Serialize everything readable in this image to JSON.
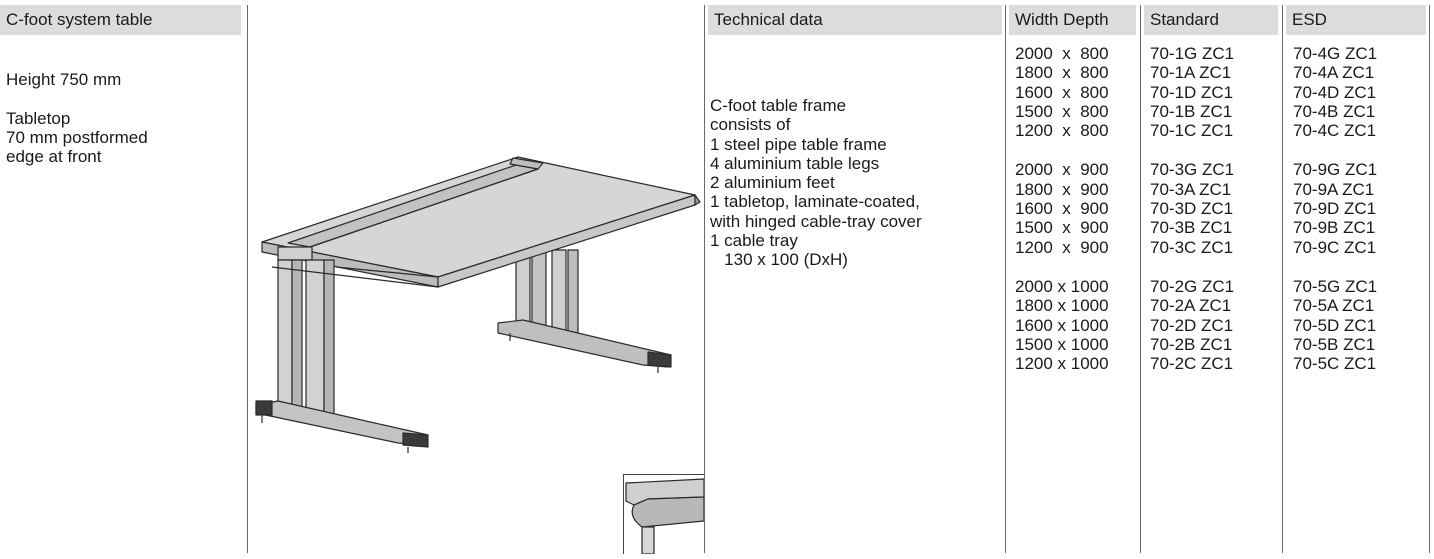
{
  "product": {
    "title": "C-foot system table",
    "notes": [
      "Height 750 mm",
      "",
      "Tabletop",
      "70 mm postformed",
      "edge at front"
    ]
  },
  "technical": {
    "header": "Technical data",
    "lines": [
      "C-foot table frame",
      "consists of",
      "1 steel pipe table frame",
      "4 aluminium table legs",
      "2 aluminium feet",
      "1 tabletop, laminate-coated,",
      "with hinged cable-tray cover",
      "1 cable tray",
      "   130 x 100 (DxH)"
    ]
  },
  "table": {
    "headers": [
      "Width Depth",
      "Standard",
      "ESD"
    ],
    "groups": [
      {
        "sizes": [
          "2000  x  800",
          "1800  x  800",
          "1600  x  800",
          "1500  x  800",
          "1200  x  800"
        ],
        "standard": [
          "70-1G ZC1",
          "70-1A ZC1",
          "70-1D ZC1",
          "70-1B ZC1",
          "70-1C ZC1"
        ],
        "esd": [
          "70-4G ZC1",
          "70-4A ZC1",
          "70-4D ZC1",
          "70-4B ZC1",
          "70-4C ZC1"
        ]
      },
      {
        "sizes": [
          "2000  x  900",
          "1800  x  900",
          "1600  x  900",
          "1500  x  900",
          "1200  x  900"
        ],
        "standard": [
          "70-3G ZC1",
          "70-3A ZC1",
          "70-3D ZC1",
          "70-3B ZC1",
          "70-3C ZC1"
        ],
        "esd": [
          "70-9G ZC1",
          "70-9A ZC1",
          "70-9D ZC1",
          "70-9B ZC1",
          "70-9C ZC1"
        ]
      },
      {
        "sizes": [
          "2000 x 1000",
          "1800 x 1000",
          "1600 x 1000",
          "1500 x 1000",
          "1200 x 1000"
        ],
        "standard": [
          "70-2G ZC1",
          "70-2A ZC1",
          "70-2D ZC1",
          "70-2B ZC1",
          "70-2C ZC1"
        ],
        "esd": [
          "70-5G ZC1",
          "70-5A ZC1",
          "70-5D ZC1",
          "70-5B ZC1",
          "70-5C ZC1"
        ]
      }
    ]
  },
  "colors": {
    "header_bg": "#dcdcdc",
    "rule": "#6a6a6a",
    "table_gray": "#c9c9c9"
  },
  "figure": {
    "main_image": "c-foot-table-drawing",
    "inset_image": "postformed-edge-detail"
  }
}
